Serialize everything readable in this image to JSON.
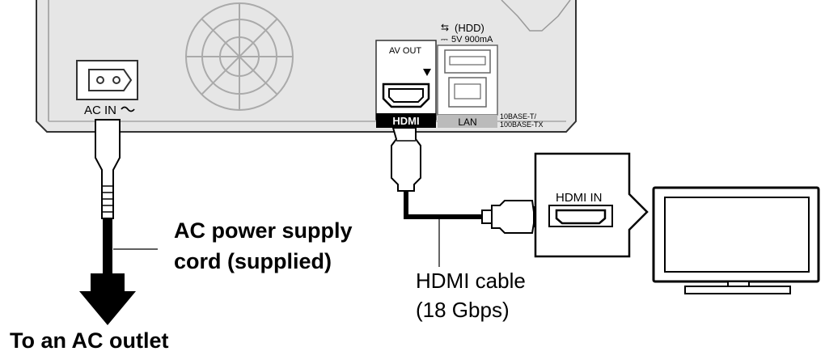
{
  "ports": {
    "ac_in": "AC IN",
    "av_out": "AV OUT",
    "hdd_top": "(HDD)",
    "hdd_power": "5V 900mA",
    "hdmi_logo": "HDMI",
    "lan": "LAN",
    "lan_spec_1": "10BASE-T/",
    "lan_spec_2": "100BASE-TX",
    "hdmi_in": "HDMI IN"
  },
  "labels": {
    "power_cord_line1": "AC power supply",
    "power_cord_line2": "cord (supplied)",
    "hdmi_cable_line1": "HDMI cable",
    "hdmi_cable_line2": "(18 Gbps)",
    "outlet": "To an AC outlet"
  }
}
